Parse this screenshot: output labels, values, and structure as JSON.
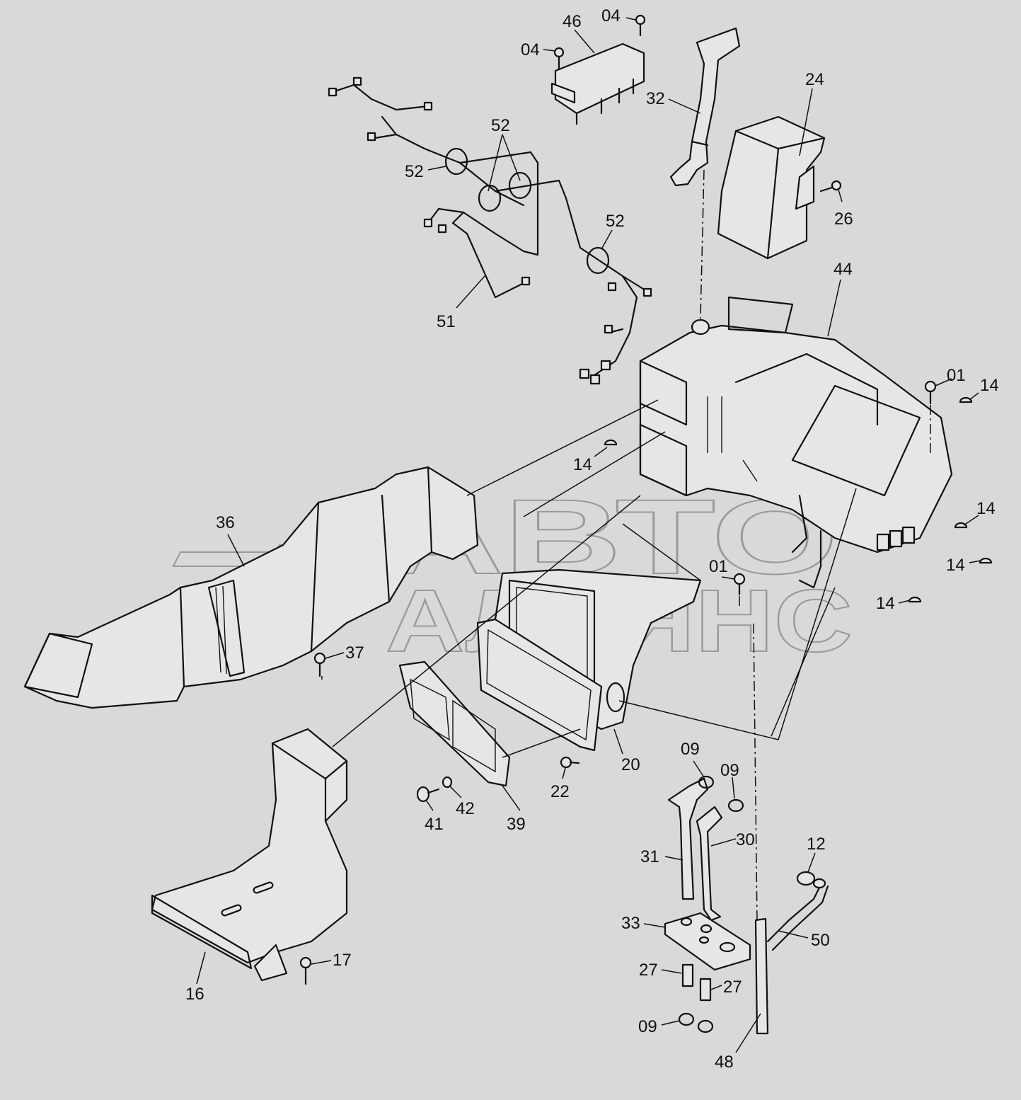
{
  "watermark": {
    "line1": "АВТО",
    "line2": "АЛЬЯНС"
  },
  "callouts": {
    "c46": "46",
    "c04a": "04",
    "c04b": "04",
    "c32": "32",
    "c24": "24",
    "c52a": "52",
    "c52b": "52",
    "c52c": "52",
    "c51": "51",
    "c26": "26",
    "c44": "44",
    "c01a": "01",
    "c14a": "14",
    "c14b": "14",
    "c14c": "14",
    "c14d": "14",
    "c14e": "14",
    "c36": "36",
    "c01b": "01",
    "c37": "37",
    "c20": "20",
    "c22": "22",
    "c39": "39",
    "c42": "42",
    "c41": "41",
    "c09a": "09",
    "c09b": "09",
    "c09c": "09",
    "c31": "31",
    "c30": "30",
    "c12": "12",
    "c50": "50",
    "c33": "33",
    "c27a": "27",
    "c27b": "27",
    "c48": "48",
    "c16": "16",
    "c17": "17"
  }
}
